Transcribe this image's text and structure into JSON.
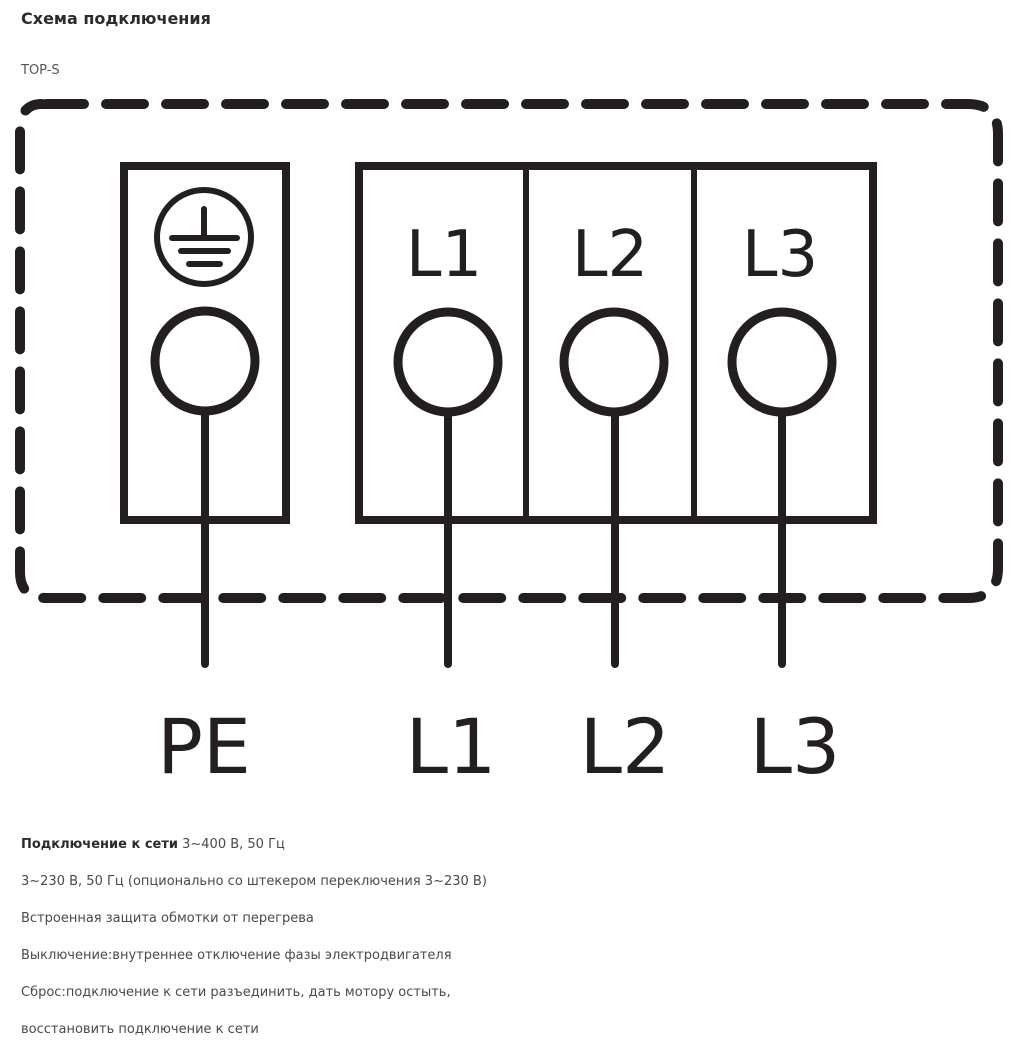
{
  "header": {
    "title": "Схема подключения",
    "model": "TOP-S"
  },
  "diagram": {
    "stroke_color": "#231f20",
    "enclosure": {
      "style": "dashed-rounded"
    },
    "terminal_block_pe": {
      "symbol": "protective-earth-icon",
      "terminal_label": "PE"
    },
    "terminal_block_phases": {
      "terminals": [
        {
          "box_label": "L1",
          "wire_label": "L1"
        },
        {
          "box_label": "L2",
          "wire_label": "L2"
        },
        {
          "box_label": "L3",
          "wire_label": "L3"
        }
      ]
    },
    "wire_labels": {
      "pe": "PE",
      "l1": "L1",
      "l2": "L2",
      "l3": "L3"
    }
  },
  "specs": {
    "mains_label": "Подключение к сети",
    "mains_value": " 3~400 В, 50 Гц",
    "lines": [
      "3~230 В, 50 Гц (опционально со штекером переключения 3~230 В)",
      "Встроенная защита обмотки от перегрева",
      "Выключение:внутреннее отключение фазы электродвигателя",
      "Сброс:подключение к сети разъединить, дать мотору остыть,",
      "восстановить подключение к сети"
    ]
  }
}
